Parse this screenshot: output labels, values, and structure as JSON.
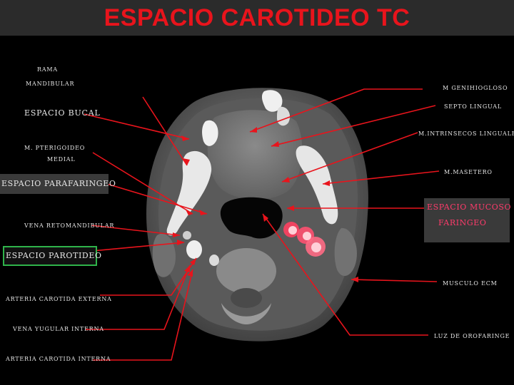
{
  "title": "ESPACIO CAROTIDEO TC",
  "labels": {
    "rama": "RAMA",
    "mandibular": "MANDIBULAR",
    "espacio_bucal": "ESPACIO BUCAL",
    "m_pterigoideo": "M. PTERIGOIDEO",
    "medial": "MEDIAL",
    "espacio_parafaringeo": "ESPACIO PARAFARINGEO",
    "vena_retomandibular": "VENA RETOMANDIBULAR",
    "espacio_parotideo": "ESPACIO PAROTIDEO",
    "arteria_carotida_externa": "ARTERIA CAROTIDA EXTERNA",
    "vena_yugular_interna": "VENA YUGULAR INTERNA",
    "arteria_carotida_interna": "ARTERIA CAROTIDA INTERNA",
    "m_genihioglogoso": "M GENIHIOGLOSO",
    "septo_lingual": "SEPTO LINGUAL",
    "m_intrinsecos": "M.INTRINSECOS LINGUALES",
    "m_masetero": "M.MASETERO",
    "espacio_mucoso": "ESPACIO MUCOSO",
    "faringeo": "FARINGEO",
    "musculo_ecm": "MUSCULO ECM",
    "luz_orofaringe": "LUZ DE OROFARINGE"
  },
  "colors": {
    "title": "#e8141c",
    "arrow": "#e8141c",
    "carotid_highlight": "#ff4060",
    "parotid_box_border": "#2fb34a",
    "parafaringeo_box": "#3a3a3a"
  }
}
